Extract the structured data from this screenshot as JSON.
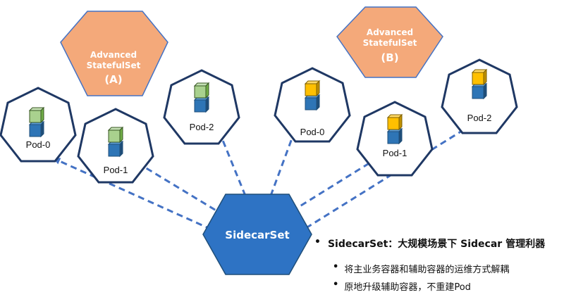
{
  "stateful_sets": [
    {
      "title_line1": "Advanced",
      "title_line2": "StatefulSet",
      "letter": "(A)"
    },
    {
      "title_line1": "Advanced",
      "title_line2": "StatefulSet",
      "letter": "(B)"
    }
  ],
  "pods": [
    {
      "label": "Pod-0",
      "set": "A"
    },
    {
      "label": "Pod-1",
      "set": "A"
    },
    {
      "label": "Pod-2",
      "set": "A"
    },
    {
      "label": "Pod-0",
      "set": "B"
    },
    {
      "label": "Pod-1",
      "set": "B"
    },
    {
      "label": "Pod-2",
      "set": "B"
    }
  ],
  "sidecarset": {
    "label": "SidecarSet"
  },
  "bullets": {
    "main": "SidecarSet：大规模场景下 Sidecar 管理利器",
    "items": [
      "将主业务容器和辅助容器的运维方式解耦",
      "原地升级辅助容器，不重建Pod"
    ]
  },
  "colors": {
    "orange_hex": "#F4A97A",
    "blue_hex": "#2E73C4",
    "dashed_line": "#4472C4",
    "green_cube": "#A9D18E",
    "yellow_cube": "#FFC000"
  }
}
